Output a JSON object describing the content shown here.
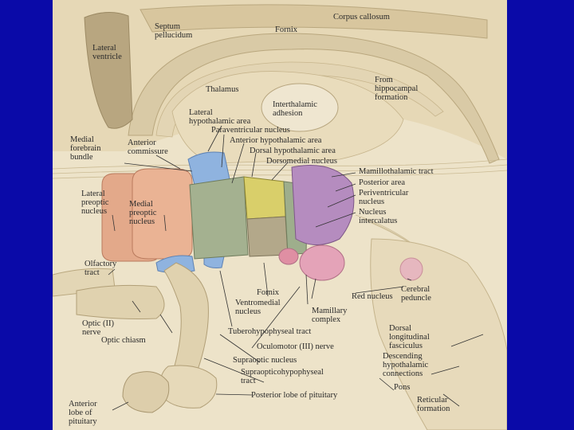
{
  "slide": {
    "background": "#0a0aa8",
    "panel_background": "#ffffff"
  },
  "figure": {
    "colors": {
      "background_tissue": "#e8dcc0",
      "fornix_tract": "#d9caa6",
      "preoptic_nuclei": "#e3a98a",
      "supraoptic_blue": "#8fb3df",
      "hypothalamic_green": "#a4b190",
      "dorsomedial_yellow": "#d9cf6a",
      "posterior_area_purple": "#b58cbf",
      "mamillary_pink": "#e4a3b8"
    },
    "labels": {
      "corpus_callosum": "Corpus callosum",
      "septum_pellucidum": "Septum\npellucidum",
      "fornix_top": "Fornix",
      "lateral_ventricle": "Lateral\nventricle",
      "thalamus": "Thalamus",
      "from_hippocampal": "From\nhippocampal\nformation",
      "interthalamic_adhesion": "Interthalamic\nadhesion",
      "lateral_hypothalamic_area": "Lateral\nhypothalamic area",
      "paraventricular_nucleus": "Paraventricular nucleus",
      "anterior_hypothalamic_area": "Anterior hypothalamic area",
      "dorsal_hypothalamic_area": "Dorsal hypothalamic area",
      "dorsomedial_nucleus": "Dorsomedial nucleus",
      "medial_forebrain_bundle": "Medial\nforebrain\nbundle",
      "anterior_commissure": "Anterior\ncommissure",
      "mamillothalamic_tract": "Mamillothalamic tract",
      "posterior_area": "Posterior area",
      "periventricular_nucleus": "Periventricular\nnucleus",
      "nucleus_intercalatus": "Nucleus\nintercalatus",
      "lateral_preoptic_nucleus": "Lateral\npreoptic\nnucleus",
      "medial_preoptic_nucleus": "Medial\npreoptic\nnucleus",
      "olfactory_tract": "Olfactory\ntract",
      "fornix_bottom": "Fornix",
      "ventromedial_nucleus": "Ventromedial\nnucleus",
      "red_nucleus": "Red nucleus",
      "cerebral_peduncle": "Cerebral\npeduncle",
      "mamillary_complex": "Mamillary\ncomplex",
      "optic_nerve": "Optic (II)\nnerve",
      "optic_chiasm": "Optic chiasm",
      "tuberohypophyseal_tract": "Tuberohypophyseal tract",
      "dorsal_longitudinal_fasciculus": "Dorsal\nlongitudinal\nfasciculus",
      "oculomotor_nerve": "Oculomotor (III) nerve",
      "supraoptic_nucleus": "Supraoptic nucleus",
      "descending_hypothalamic": "Descending\nhypothalamic\nconnections",
      "supraopticohypophyseal_tract": "Supraopticohypophyseal\ntract",
      "pons": "Pons",
      "posterior_lobe_pituitary": "Posterior lobe of pituitary",
      "reticular_formation": "Reticular\nformation",
      "anterior_lobe_pituitary": "Anterior\nlobe of\npituitary"
    }
  }
}
